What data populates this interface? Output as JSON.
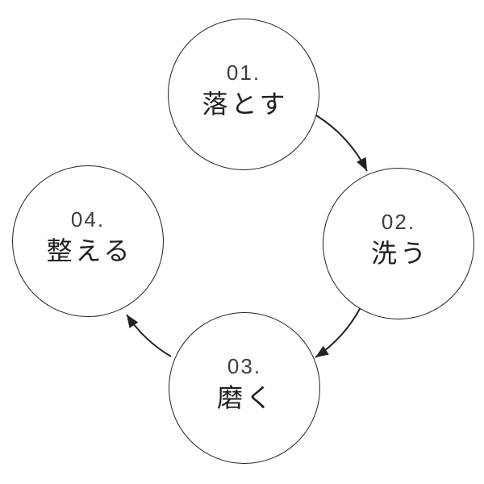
{
  "diagram": {
    "type": "cycle",
    "background": "#ffffff",
    "stroke_color": "#222222",
    "number_color": "#3d3d3d",
    "label_color": "#1f1f1f",
    "steps": [
      {
        "number": "01.",
        "label": "落とす"
      },
      {
        "number": "02.",
        "label": "洗う"
      },
      {
        "number": "03.",
        "label": "磨く"
      },
      {
        "number": "04.",
        "label": "整える"
      }
    ],
    "arrows": [
      {
        "from": "01",
        "to": "02"
      },
      {
        "from": "02",
        "to": "03"
      },
      {
        "from": "03",
        "to": "04"
      }
    ]
  }
}
